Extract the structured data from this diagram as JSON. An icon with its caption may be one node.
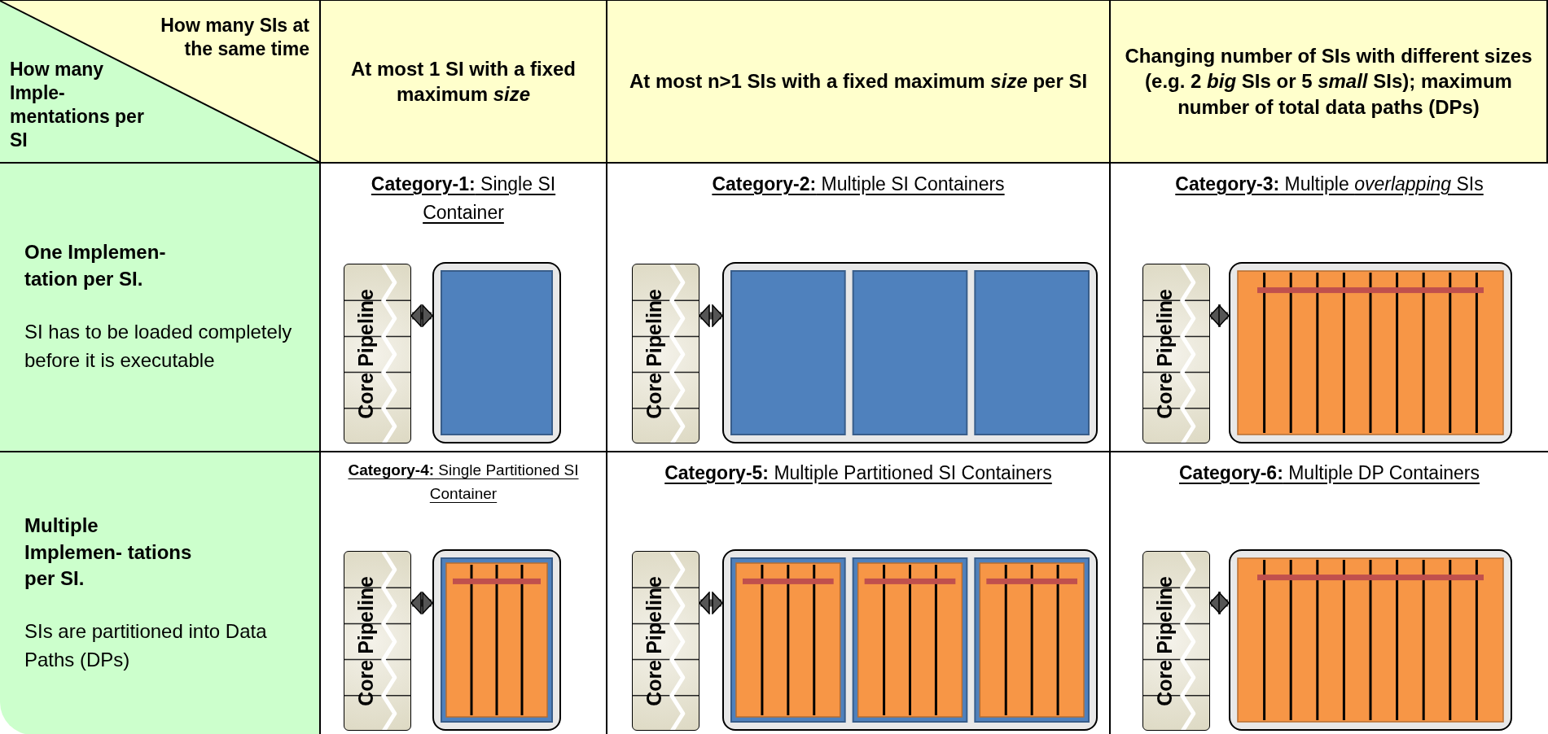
{
  "diagram": {
    "nodes": [
      {
        "text": [
          "How many SIs at the same time",
          "How many Imple- mentations per SI"
        ]
      },
      {
        "text": [
          "At most 1 SI with a fixed maximum *size*"
        ]
      },
      {
        "text": [
          "At most n>1 SIs with a fixed maximum *size* per SI"
        ]
      },
      {
        "text": [
          "Changing number of SIs with different sizes (e.g. 2 *big* SIs or 5 *small* SIs); maximum number of total data paths (DPs)"
        ]
      },
      {
        "text": [
          "One Implemen- tation per SI.",
          "SI has to be loaded completely before it is executable"
        ]
      },
      {
        "text": [
          "**Category-1:** Single SI Container"
        ]
      },
      {
        "text": [
          "Core Pipeline"
        ],
        "in": 5
      },
      {
        "text": [],
        "shape": "box",
        "in": 5
      },
      {
        "text": [
          "**Category-2:**  Multiple SI Containers"
        ]
      },
      {
        "text": [
          "Core Pipeline"
        ],
        "in": 8
      },
      {
        "text": [],
        "shape": "box",
        "in": 8
      },
      {
        "text": [
          "**Category-3:**  Multiple *overlapping* SIs"
        ]
      },
      {
        "text": [
          "Core Pipeline"
        ],
        "in": 11
      },
      {
        "text": [],
        "shape": "box",
        "in": 11
      },
      {
        "text": [
          "Multiple Implemen- tations per SI.",
          "SIs are partitioned into Data Paths (DPs)"
        ]
      },
      {
        "text": [
          "**Category-4:** Single Partitioned SI Container"
        ]
      },
      {
        "text": [
          "Core Pipeline"
        ],
        "in": 15
      },
      {
        "text": [],
        "shape": "box",
        "in": 15
      },
      {
        "text": [
          "**Category-5:** Multiple Partitioned SI Containers"
        ]
      },
      {
        "text": [
          "Core Pipeline"
        ],
        "in": 18
      },
      {
        "text": [],
        "shape": "box",
        "in": 18
      },
      {
        "text": [
          "**Category-6:** Multiple DP Containers"
        ]
      },
      {
        "text": [
          "Core Pipeline"
        ],
        "in": 21
      },
      {
        "text": [],
        "shape": "box",
        "in": 21
      }
    ],
    "edges": [
      {
        "from": 6,
        "to": 7,
        "arrow": "both"
      },
      {
        "from": 9,
        "to": 10,
        "arrow": "both"
      },
      {
        "from": 12,
        "to": 13,
        "arrow": "both"
      },
      {
        "from": 16,
        "to": 17,
        "arrow": "both"
      },
      {
        "from": 19,
        "to": 20,
        "arrow": "both"
      },
      {
        "from": 22,
        "to": 23,
        "arrow": "both"
      }
    ]
  }
}
